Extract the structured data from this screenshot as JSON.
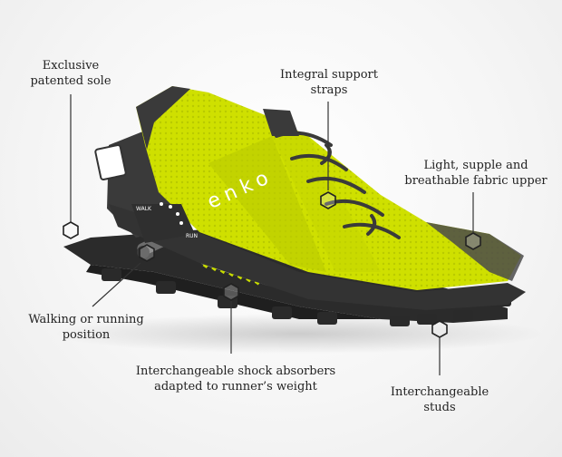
{
  "labels": {
    "sole": "Exclusive\npatented sole",
    "straps": "Integral support\nstraps",
    "upper": "Light, supple and\nbreathable fabric upper",
    "walking": "Walking or running\nposition",
    "shock": "Interchangeable shock absorbers\nadapted to runner’s weight",
    "studs": "Interchangeable\nstuds"
  },
  "shoe": {
    "brand": "enko",
    "walk_text": "WALK",
    "run_text": "RUN"
  },
  "colors": {
    "upper": "#cfe000",
    "upper_dark": "#a8b800",
    "sole": "#2f2f2f",
    "spring": "#c8dc00",
    "lace": "#3a3a3a"
  }
}
